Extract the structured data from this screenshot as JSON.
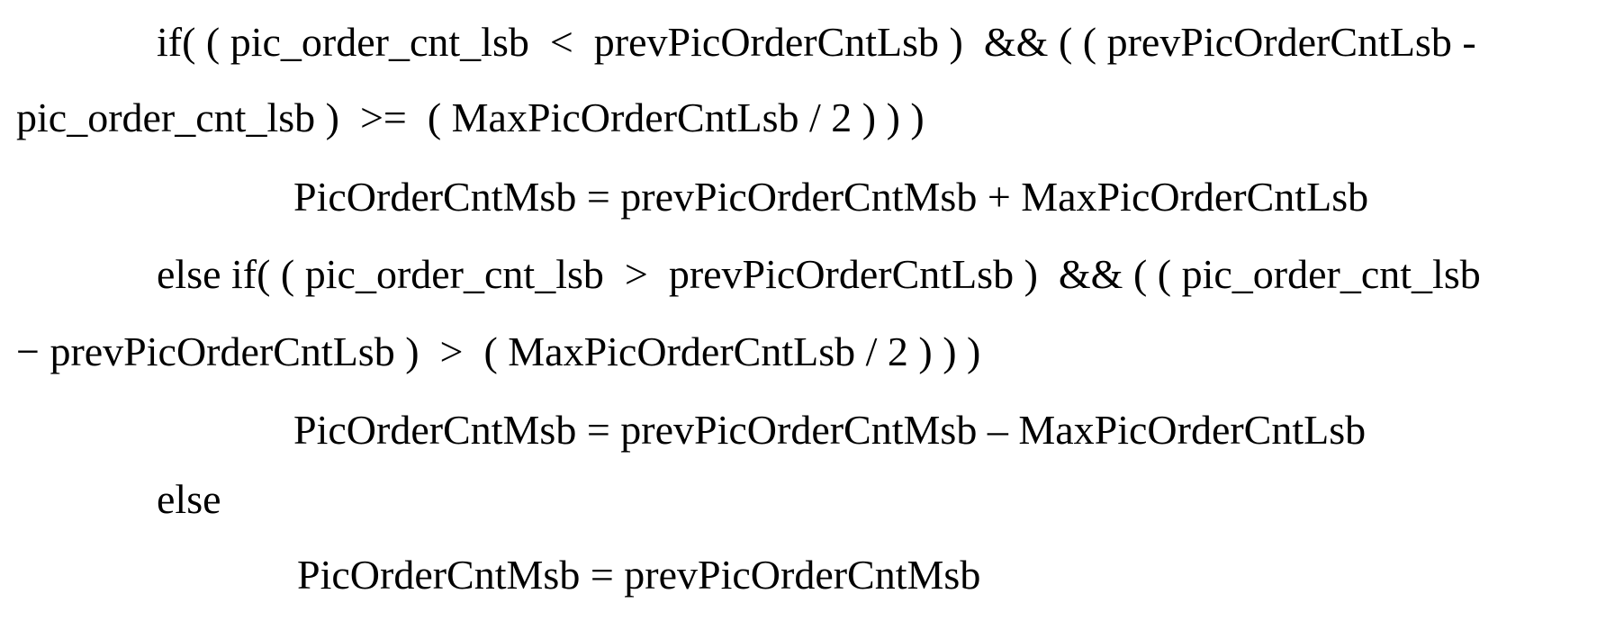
{
  "document": {
    "lines": [
      "if( ( pic_order_cnt_lsb  <  prevPicOrderCntLsb )  && ( ( prevPicOrderCntLsb -",
      "pic_order_cnt_lsb )  >=  ( MaxPicOrderCntLsb / 2 ) ) )",
      "PicOrderCntMsb = prevPicOrderCntMsb + MaxPicOrderCntLsb",
      "else if( ( pic_order_cnt_lsb  >  prevPicOrderCntLsb )  && ( ( pic_order_cnt_lsb",
      "− prevPicOrderCntLsb )  >  ( MaxPicOrderCntLsb / 2 ) ) )",
      "PicOrderCntMsb = prevPicOrderCntMsb – MaxPicOrderCntLsb",
      "else",
      "PicOrderCntMsb = prevPicOrderCntMsb"
    ]
  }
}
